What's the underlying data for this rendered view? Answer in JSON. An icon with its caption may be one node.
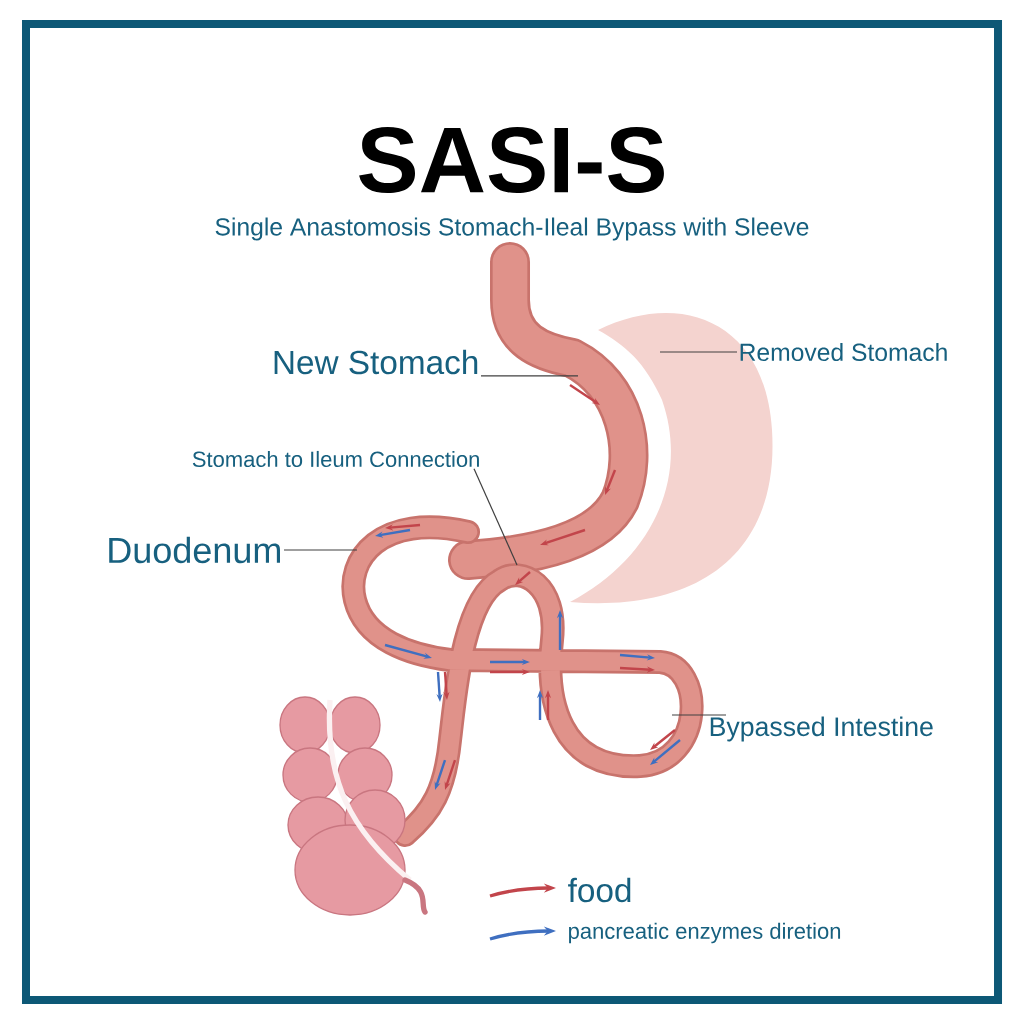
{
  "diagram": {
    "title": "SASI-S",
    "nodes": [
      {
        "text": [
          "New Stomach"
        ]
      },
      {
        "text": [
          "Removed Stomach"
        ]
      },
      {
        "text": [
          "Stomach to Ileum Connection"
        ]
      },
      {
        "text": [
          "Duodenum"
        ]
      },
      {
        "text": [
          "Bypassed Intestine"
        ]
      }
    ],
    "edges": [
      {
        "from": 0,
        "to": null,
        "arrow": "none"
      },
      {
        "from": 1,
        "to": null,
        "arrow": "none"
      },
      {
        "from": 2,
        "to": null,
        "arrow": "none"
      },
      {
        "from": 3,
        "to": null,
        "arrow": "none"
      },
      {
        "from": 4,
        "to": null,
        "arrow": "none"
      }
    ],
    "labels": [
      "Single Anastomosis Stomach-Ileal Bypass with Sleeve"
    ],
    "legend": [
      {
        "text": "food"
      },
      {
        "text": "pancreatic enzymes diretion"
      }
    ]
  }
}
